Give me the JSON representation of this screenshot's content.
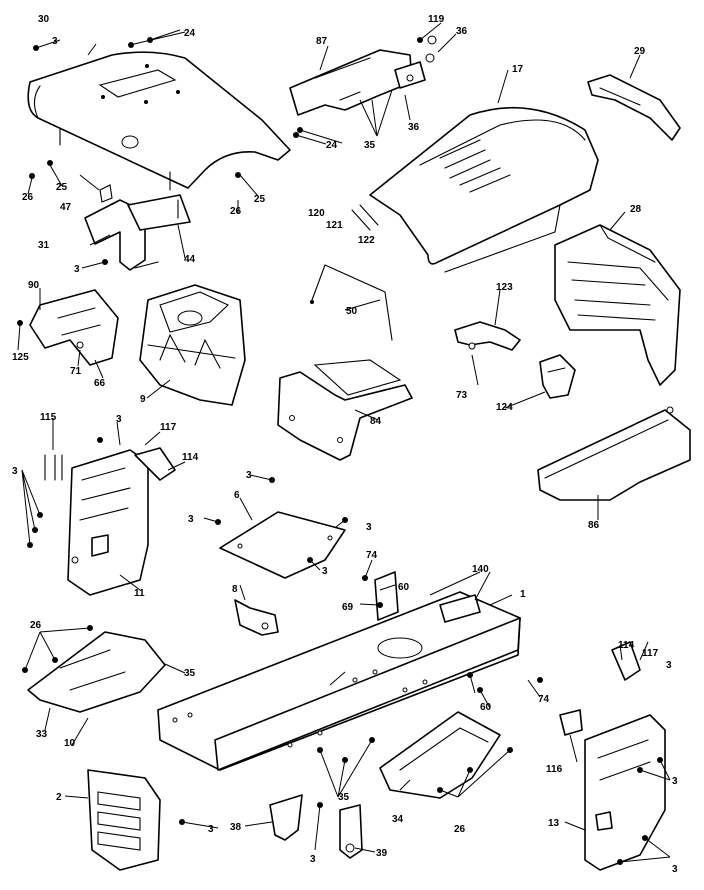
{
  "parts": {
    "p1": "1",
    "p2": "2",
    "p3": "3",
    "p6": "6",
    "p8": "8",
    "p9": "9",
    "p10": "10",
    "p11": "11",
    "p13": "13",
    "p17": "17",
    "p24": "24",
    "p25": "25",
    "p26": "26",
    "p28": "28",
    "p29": "29",
    "p30": "30",
    "p31": "31",
    "p33": "33",
    "p34": "34",
    "p35": "35",
    "p36": "36",
    "p38": "38",
    "p39": "39",
    "p44": "44",
    "p47": "47",
    "p50": "50",
    "p60": "60",
    "p66": "66",
    "p69": "69",
    "p71": "71",
    "p73": "73",
    "p74": "74",
    "p84": "84",
    "p86": "86",
    "p87": "87",
    "p90": "90",
    "p114": "114",
    "p115": "115",
    "p116": "116",
    "p117": "117",
    "p119": "119",
    "p120": "120",
    "p121": "121",
    "p122": "122",
    "p123": "123",
    "p124": "124",
    "p125": "125",
    "p140": "140"
  }
}
